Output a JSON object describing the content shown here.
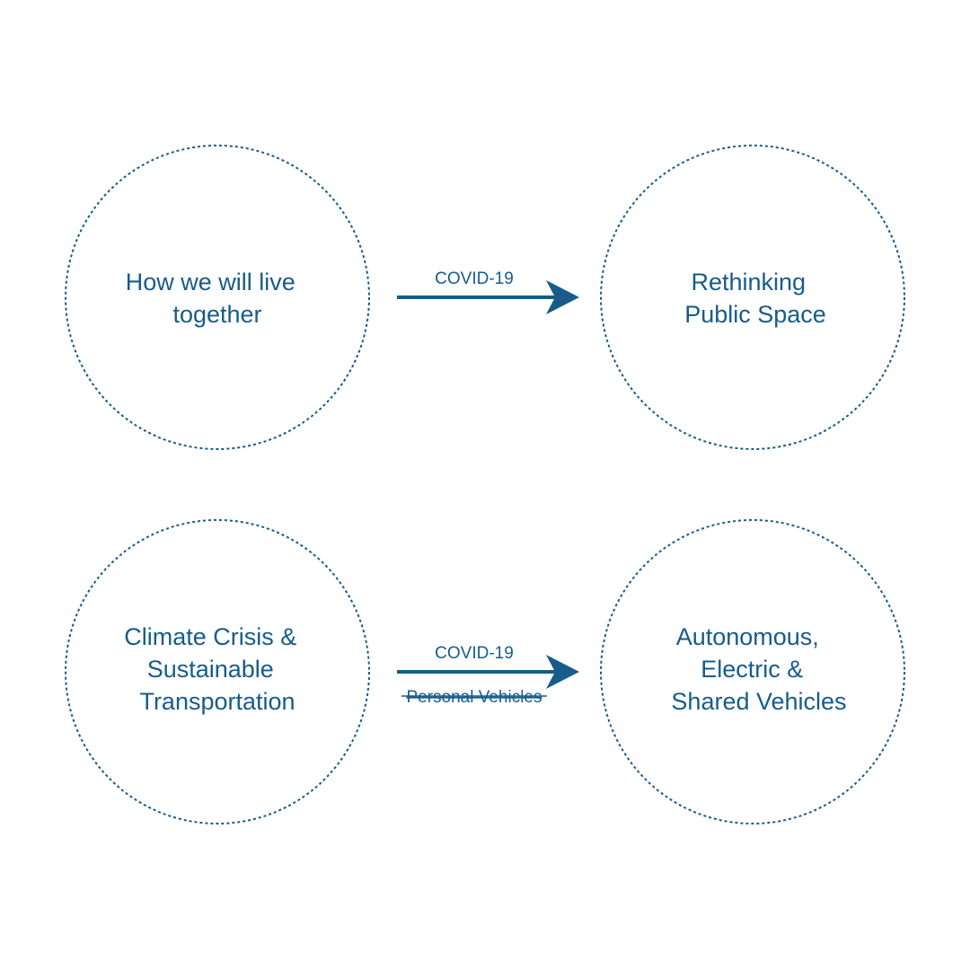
{
  "colors": {
    "primary": "#175C8A",
    "background": "#FFFFFF"
  },
  "nodes": {
    "top_left": {
      "lines": [
        "How we will live",
        "together"
      ]
    },
    "top_right": {
      "lines": [
        "Rethinking",
        "Public Space"
      ]
    },
    "bottom_left": {
      "lines": [
        "Climate Crisis &",
        "Sustainable",
        "Transportation"
      ]
    },
    "bottom_right": {
      "lines": [
        "Autonomous,",
        "Electric &",
        "Shared Vehicles"
      ]
    }
  },
  "edges": {
    "top": {
      "label": "COVID-19"
    },
    "bottom": {
      "label": "COVID-19",
      "struck_label": "Personal Vehicles"
    }
  }
}
